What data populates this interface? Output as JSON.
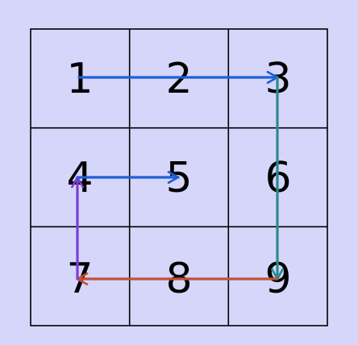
{
  "grid": {
    "rows": 3,
    "cols": 3,
    "cells": [
      "1",
      "2",
      "3",
      "4",
      "5",
      "6",
      "7",
      "8",
      "9"
    ]
  },
  "arrows": [
    {
      "from": "1",
      "to": "3",
      "color": "#1f5fd6",
      "name": "arrow-1-to-3"
    },
    {
      "from": "3",
      "to": "9",
      "color": "#2a8c8c",
      "name": "arrow-3-to-9"
    },
    {
      "from": "9",
      "to": "7",
      "color": "#c0503c",
      "name": "arrow-9-to-7"
    },
    {
      "from": "7",
      "to": "4",
      "color": "#7a3fd6",
      "name": "arrow-7-to-4"
    },
    {
      "from": "4",
      "to": "5",
      "color": "#1f5fd6",
      "name": "arrow-4-to-5"
    }
  ]
}
